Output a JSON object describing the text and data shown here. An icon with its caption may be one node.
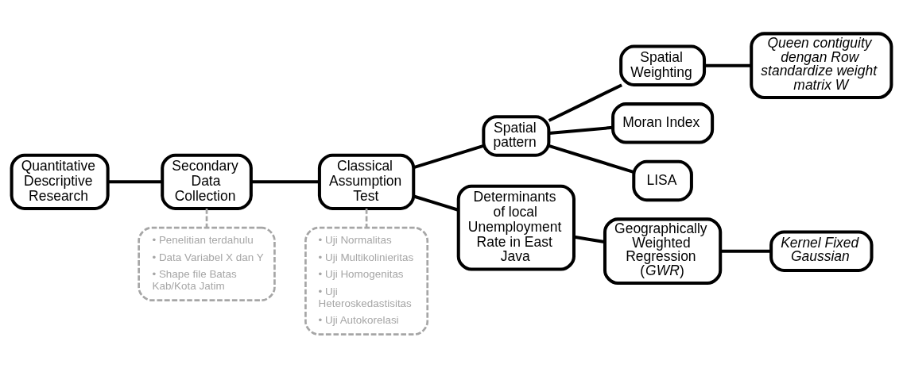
{
  "diagram": {
    "nodes": [
      {
        "text": [
          "Quantitative Descriptive Research"
        ]
      },
      {
        "text": [
          "Secondary Data Collection"
        ]
      },
      {
        "text": [
          "Classical Assumption Test"
        ]
      },
      {
        "text": [
          "Spatial pattern"
        ]
      },
      {
        "text": [
          "Spatial Weighting"
        ]
      },
      {
        "text": [
          "Queen contiguity dengan Row standardize weight matrix W"
        ]
      },
      {
        "text": [
          "Moran Index"
        ]
      },
      {
        "text": [
          "LISA"
        ]
      },
      {
        "text": [
          "Determinants of local Unemployment Rate in East Java"
        ]
      },
      {
        "text": [
          "Geographically Weighted Regression (*GWR*)"
        ]
      },
      {
        "text": [
          "Kernel Fixed Gaussian"
        ]
      },
      {
        "text": [
          "• Penelitian terdahulu",
          "• Data Variabel X dan Y",
          "• Shape file Batas Kab/Kota Jatim"
        ]
      },
      {
        "text": [
          "• Uji Normalitas",
          "• Uji Multikolinieritas",
          "• Uji Homogenitas",
          "• Uji Heteroskedastisitas",
          "• Uji Autokorelasi"
        ]
      }
    ],
    "edges": [
      {
        "from": 0,
        "to": 1,
        "arrow": "none"
      },
      {
        "from": 1,
        "to": 2,
        "arrow": "none"
      },
      {
        "from": 2,
        "to": 3,
        "arrow": "none"
      },
      {
        "from": 2,
        "to": 8,
        "arrow": "none"
      },
      {
        "from": 3,
        "to": 4,
        "arrow": "none"
      },
      {
        "from": 3,
        "to": 6,
        "arrow": "none"
      },
      {
        "from": 3,
        "to": 7,
        "arrow": "none"
      },
      {
        "from": 4,
        "to": 5,
        "arrow": "none"
      },
      {
        "from": 8,
        "to": 9,
        "arrow": "none"
      },
      {
        "from": 9,
        "to": 10,
        "arrow": "none"
      },
      {
        "from": 1,
        "to": 11,
        "arrow": "none",
        "style": "dashed",
        "color": "#a6a6a6"
      },
      {
        "from": 2,
        "to": 12,
        "arrow": "none",
        "style": "dashed",
        "color": "#a6a6a6"
      }
    ]
  }
}
